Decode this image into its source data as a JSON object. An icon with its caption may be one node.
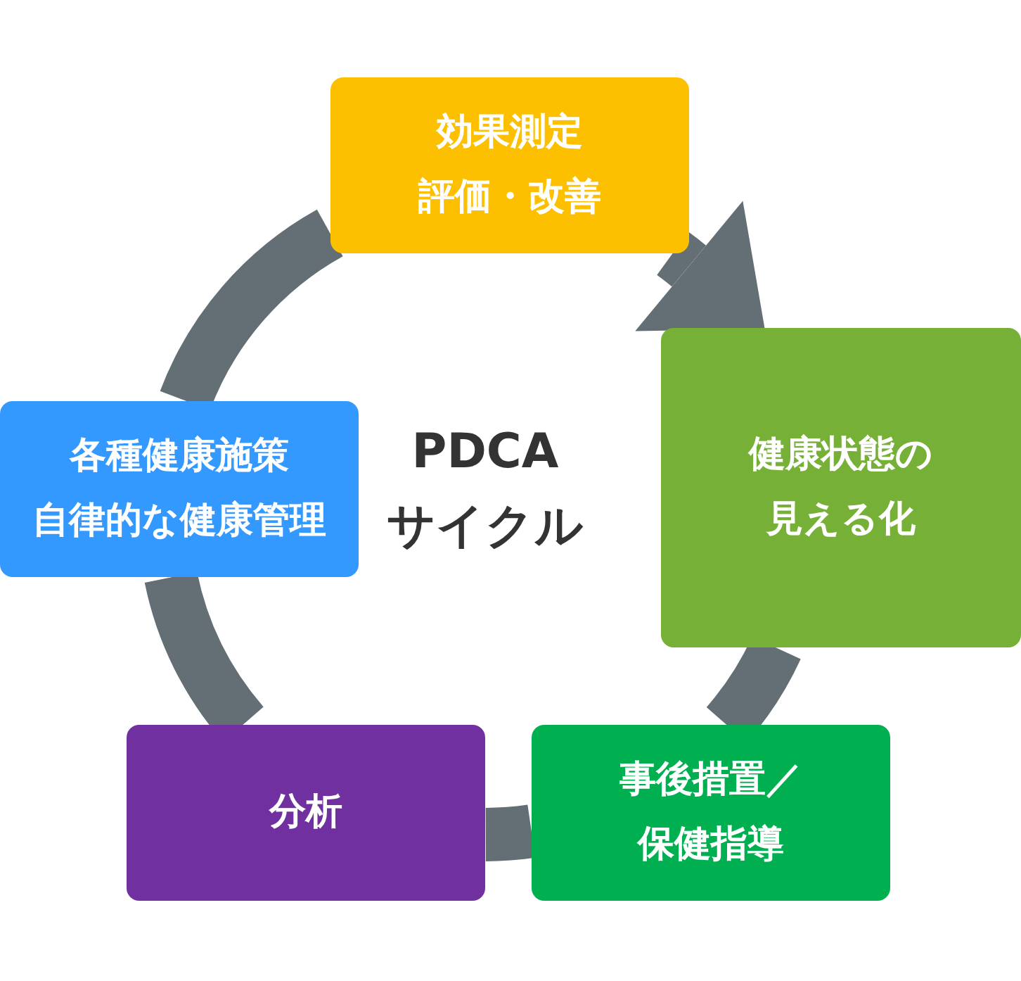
{
  "diagram": {
    "nodes": [
      {
        "text": [
          "効果測定評価・改善"
        ]
      },
      {
        "text": [
          "健康状態の見える化"
        ]
      },
      {
        "text": [
          "事後措置／保健指導"
        ]
      },
      {
        "text": [
          "分析"
        ]
      },
      {
        "text": [
          "各種健康施策自律的な健康管理"
        ]
      }
    ],
    "edges": [
      {
        "from": 0,
        "to": 1,
        "arrow": "to"
      },
      {
        "from": 1,
        "to": 2,
        "arrow": "none"
      },
      {
        "from": 2,
        "to": 3,
        "arrow": "none"
      },
      {
        "from": 3,
        "to": 4,
        "arrow": "none"
      },
      {
        "from": 4,
        "to": 0,
        "arrow": "none"
      }
    ],
    "labels": [
      "PDCAサイクル"
    ]
  }
}
